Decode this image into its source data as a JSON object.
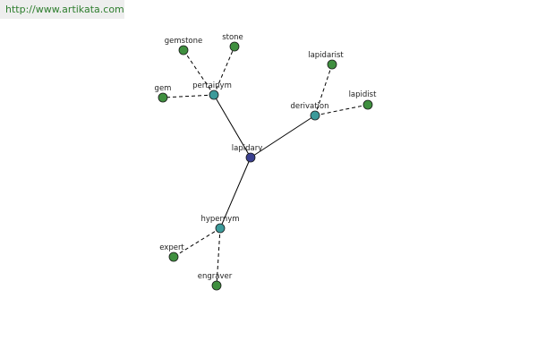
{
  "banner": {
    "url_text": "http://www.artikata.com"
  },
  "colors": {
    "center": "#3a3f8f",
    "relation": "#3c9a9a",
    "leaf": "#3f8f3f"
  },
  "graph": {
    "nodes": [
      {
        "id": "lapidary",
        "label": "lapidary",
        "kind": "center"
      },
      {
        "id": "pertainym",
        "label": "pertainym",
        "kind": "relation"
      },
      {
        "id": "derivation",
        "label": "derivation",
        "kind": "relation"
      },
      {
        "id": "hypernym",
        "label": "hypernym",
        "kind": "relation"
      },
      {
        "id": "gemstone",
        "label": "gemstone",
        "kind": "leaf"
      },
      {
        "id": "stone",
        "label": "stone",
        "kind": "leaf"
      },
      {
        "id": "gem",
        "label": "gem",
        "kind": "leaf"
      },
      {
        "id": "lapidarist",
        "label": "lapidarist",
        "kind": "leaf"
      },
      {
        "id": "lapidist",
        "label": "lapidist",
        "kind": "leaf"
      },
      {
        "id": "expert",
        "label": "expert",
        "kind": "leaf"
      },
      {
        "id": "engraver",
        "label": "engraver",
        "kind": "leaf"
      }
    ],
    "edges": [
      {
        "from": "lapidary",
        "to": "pertainym",
        "style": "solid"
      },
      {
        "from": "lapidary",
        "to": "derivation",
        "style": "solid"
      },
      {
        "from": "lapidary",
        "to": "hypernym",
        "style": "solid"
      },
      {
        "from": "pertainym",
        "to": "gemstone",
        "style": "dashed"
      },
      {
        "from": "pertainym",
        "to": "stone",
        "style": "dashed"
      },
      {
        "from": "pertainym",
        "to": "gem",
        "style": "dashed"
      },
      {
        "from": "derivation",
        "to": "lapidarist",
        "style": "dashed"
      },
      {
        "from": "derivation",
        "to": "lapidist",
        "style": "dashed"
      },
      {
        "from": "hypernym",
        "to": "expert",
        "style": "dashed"
      },
      {
        "from": "hypernym",
        "to": "engraver",
        "style": "dashed"
      }
    ]
  }
}
